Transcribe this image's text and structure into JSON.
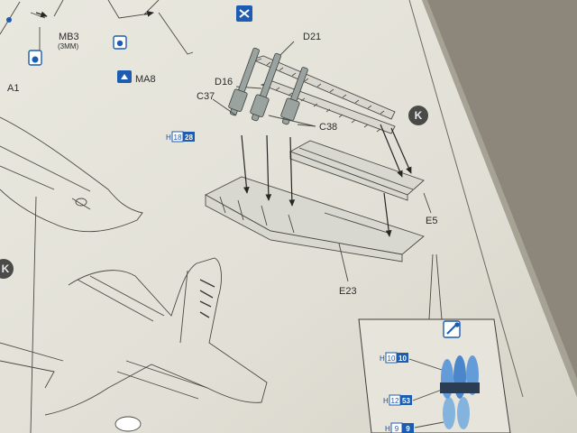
{
  "labels": {
    "top_left": "A1",
    "mb3": "MB3",
    "mb3_sub": "(3MM)",
    "ma8": "MA8",
    "d21": "D21",
    "d16": "D16",
    "c37": "C37",
    "c38": "C38",
    "e5": "E5",
    "e23": "E23",
    "step": "K",
    "step_left": "K"
  },
  "paint_codes": {
    "gun_h": "H",
    "gun_a": "18",
    "gun_b": "28",
    "inset_1_h": "H",
    "inset_1_a": "10",
    "inset_1_b": "10",
    "inset_2_h": "H",
    "inset_2_a": "12",
    "inset_2_b": "53",
    "inset_3_h": "H",
    "inset_3_a": "9",
    "inset_3_b": "9"
  },
  "colors": {
    "paper": "#e8e6dd",
    "ink": "#3a3a36",
    "accent": "#1d5cb0",
    "gun_metal": "#9aa39f"
  }
}
